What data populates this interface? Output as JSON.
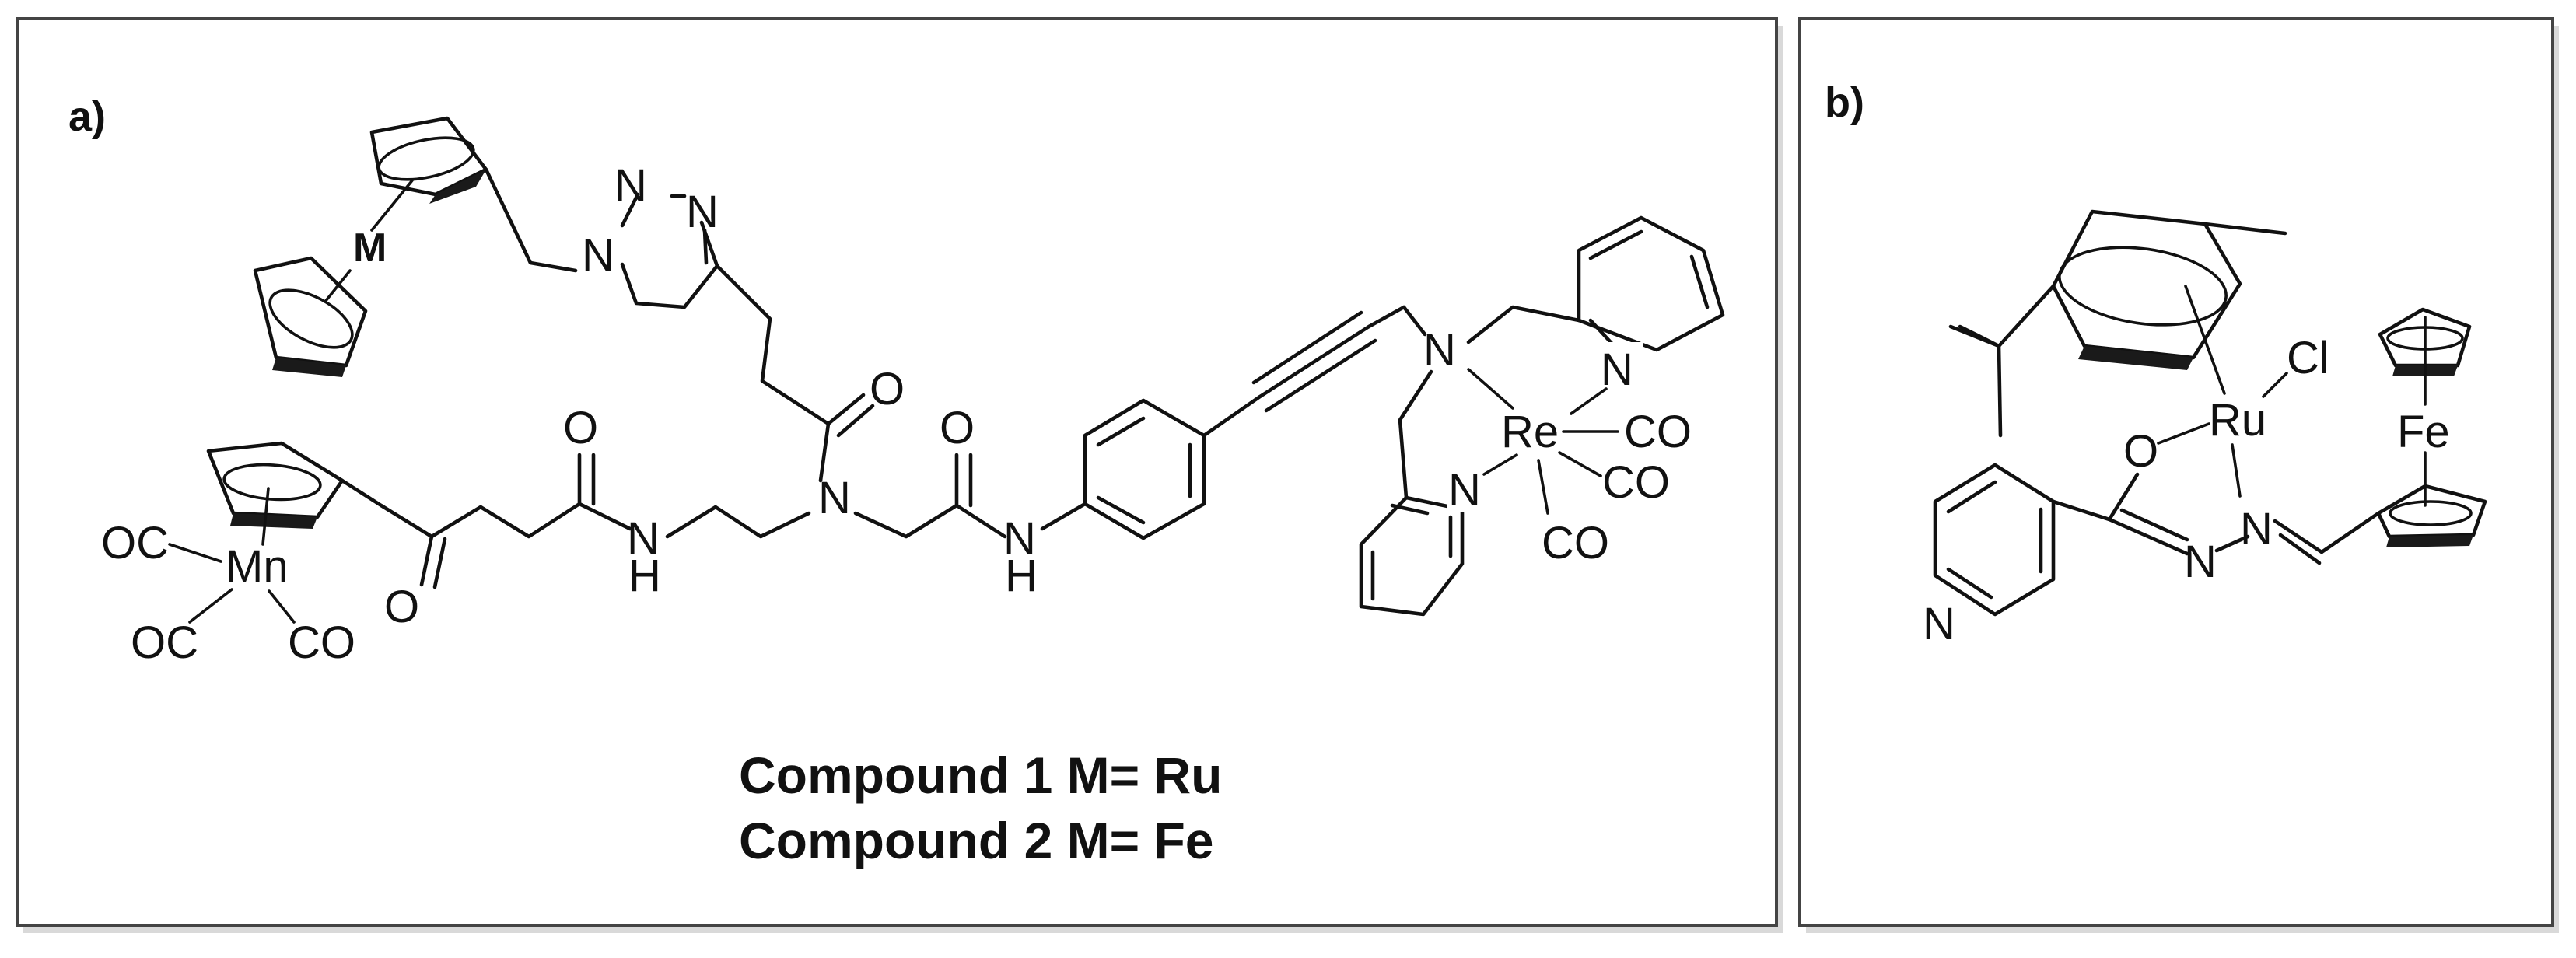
{
  "panels": {
    "a": {
      "label": "a)"
    },
    "b": {
      "label": "b)"
    }
  },
  "caption": {
    "line1": "Compound 1 M= Ru",
    "line2": "Compound 2 M= Fe"
  },
  "atoms_a": {
    "metallocene_metal": "M",
    "triazole_n1": "N",
    "triazole_n2": "N",
    "triazole_n3": "N",
    "amide_o_top": "O",
    "tertiary_n": "N",
    "amide_o_left": "O",
    "amide_o_right": "O",
    "ketone_o": "O",
    "nh_left": "N",
    "h_left": "H",
    "nh_right": "N",
    "h_right": "H",
    "mn_metal": "Mn",
    "mn_co_1": "OC",
    "mn_co_2": "OC",
    "mn_co_3": "CO",
    "amine_n": "N",
    "pyridine_n_top": "N",
    "pyridine_n_bottom": "N",
    "re_metal": "Re",
    "re_co_1": "CO",
    "re_co_2": "CO",
    "re_co_3": "CO"
  },
  "atoms_b": {
    "ru_metal": "Ru",
    "chloride": "Cl",
    "oxygen": "O",
    "hydrazone_n1": "N",
    "hydrazone_n2": "N",
    "pyridine_n": "N",
    "fe_metal": "Fe"
  }
}
